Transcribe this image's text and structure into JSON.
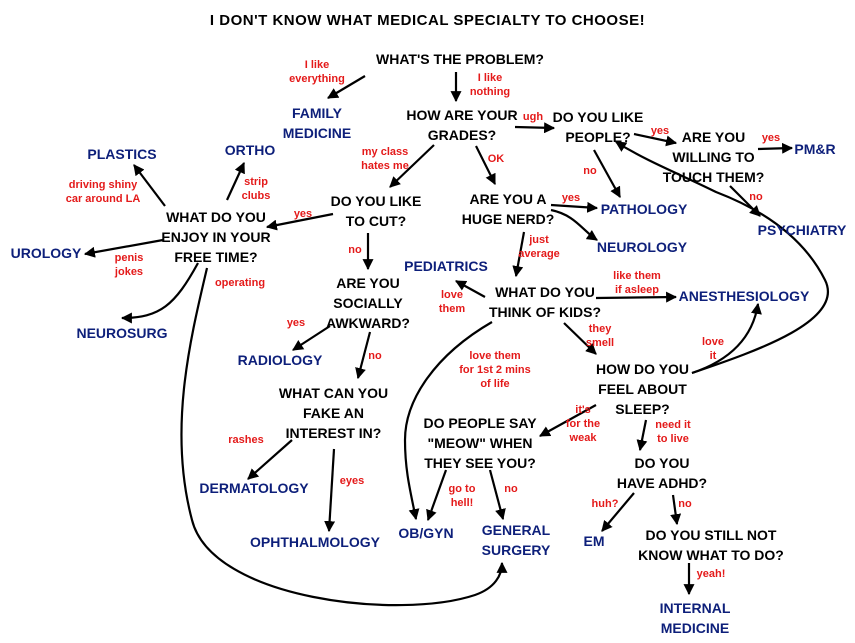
{
  "title": "I DON'T KNOW WHAT MEDICAL SPECIALTY TO CHOOSE!",
  "questions": {
    "problem": "WHAT'S THE PROBLEM?",
    "grades": "HOW ARE YOUR\nGRADES?",
    "people": "DO YOU LIKE\nPEOPLE?",
    "touch": "ARE YOU\nWILLING TO\nTOUCH THEM?",
    "cut": "DO YOU LIKE\nTO CUT?",
    "nerd": "ARE YOU A\nHUGE NERD?",
    "free_time": "WHAT DO YOU\nENJOY IN YOUR\nFREE TIME?",
    "awkward": "ARE YOU\nSOCIALLY\nAWKWARD?",
    "kids": "WHAT DO YOU\nTHINK OF KIDS?",
    "fake": "WHAT CAN YOU\nFAKE AN\nINTEREST IN?",
    "sleep": "HOW DO YOU\nFEEL ABOUT\nSLEEP?",
    "meow": "DO PEOPLE SAY\n\"MEOW\" WHEN\nTHEY SEE YOU?",
    "adhd": "DO YOU\nHAVE ADHD?",
    "still": "DO YOU STILL NOT\nKNOW WHAT TO DO?"
  },
  "answers": {
    "family_medicine": "FAMILY\nMEDICINE",
    "pmr": "PM&R",
    "plastics": "PLASTICS",
    "ortho": "ORTHO",
    "psychiatry": "PSYCHIATRY",
    "pathology": "PATHOLOGY",
    "urology": "UROLOGY",
    "neurology": "NEUROLOGY",
    "pediatrics": "PEDIATRICS",
    "anesthesiology": "ANESTHESIOLOGY",
    "neurosurg": "NEUROSURG",
    "radiology": "RADIOLOGY",
    "dermatology": "DERMATOLOGY",
    "ophthalmology": "OPHTHALMOLOGY",
    "obgyn": "OB/GYN",
    "general_surgery": "GENERAL\nSURGERY",
    "em": "EM",
    "internal_medicine": "INTERNAL\nMEDICINE"
  },
  "labels": {
    "like_everything": "I like\neverything",
    "like_nothing": "I like\nnothing",
    "ugh": "ugh",
    "yes_touch": "yes",
    "yes_pmr": "yes",
    "my_class": "my class\nhates me",
    "ok": "OK",
    "no_people": "no",
    "no_touch": "no",
    "driving": "driving shiny\ncar around LA",
    "strip": "strip\nclubs",
    "yes_cut": "yes",
    "yes_nerd": "yes",
    "no_cut": "no",
    "just_average": "just\naverage",
    "penis": "penis\njokes",
    "operating": "operating",
    "love_them": "love\nthem",
    "like_asleep": "like them\nif asleep",
    "yes_radiology": "yes",
    "they_smell": "they\nsmell",
    "love_it": "love\nit",
    "no_awkward": "no",
    "love_1st": "love them\nfor 1st 2 mins\nof life",
    "rashes": "rashes",
    "for_weak": "it's\nfor the\nweak",
    "need_it": "need it\nto live",
    "eyes": "eyes",
    "go_hell": "go to\nhell!",
    "no_meow": "no",
    "huh": "huh?",
    "no_adhd": "no",
    "yeah": "yeah!"
  }
}
